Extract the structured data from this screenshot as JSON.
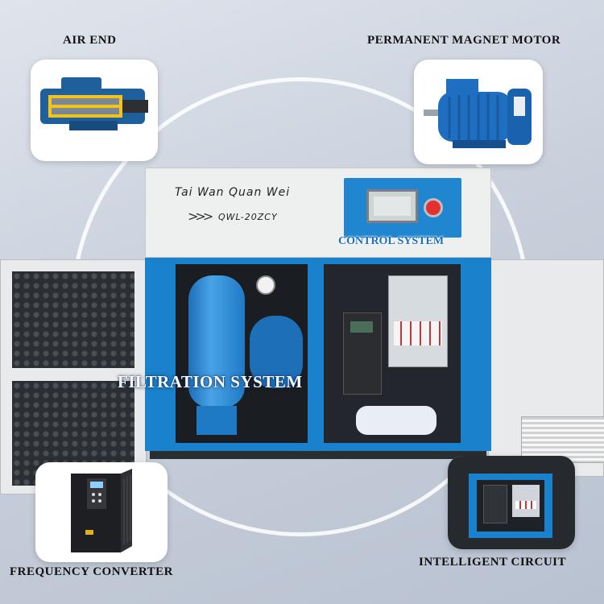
{
  "captions": {
    "air_end": "AIR END",
    "motor": "PERMANENT MAGNET MOTOR",
    "frequency": "FREQUENCY CONVERTER",
    "circuit": "INTELLIGENT CIRCUIT",
    "control_system": "CONTROL SYSTEM",
    "filtration_system": "FILTRATION SYSTEM"
  },
  "machine": {
    "brand": "Tai Wan Quan Wei",
    "model": "QWL-20ZCY"
  },
  "colors": {
    "frame_blue": "#1a82cc",
    "ring": "#ffffff",
    "estop": "#e53030"
  }
}
